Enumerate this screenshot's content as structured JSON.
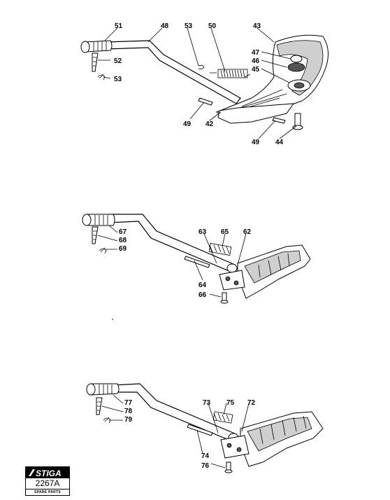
{
  "diagram1": {
    "labels": [
      "51",
      "48",
      "53",
      "50",
      "43",
      "52",
      "53",
      "47",
      "46",
      "45",
      "49",
      "42",
      "49",
      "44"
    ]
  },
  "diagram2": {
    "labels": [
      "67",
      "68",
      "69",
      "63",
      "65",
      "62",
      "64",
      "66"
    ]
  },
  "diagram3": {
    "labels": [
      "77",
      "78",
      "79",
      "73",
      "75",
      "72",
      "74",
      "76"
    ]
  },
  "logo": {
    "brand": "STIGA",
    "code": "2267A",
    "subtitle": "SPARE PARTS"
  }
}
